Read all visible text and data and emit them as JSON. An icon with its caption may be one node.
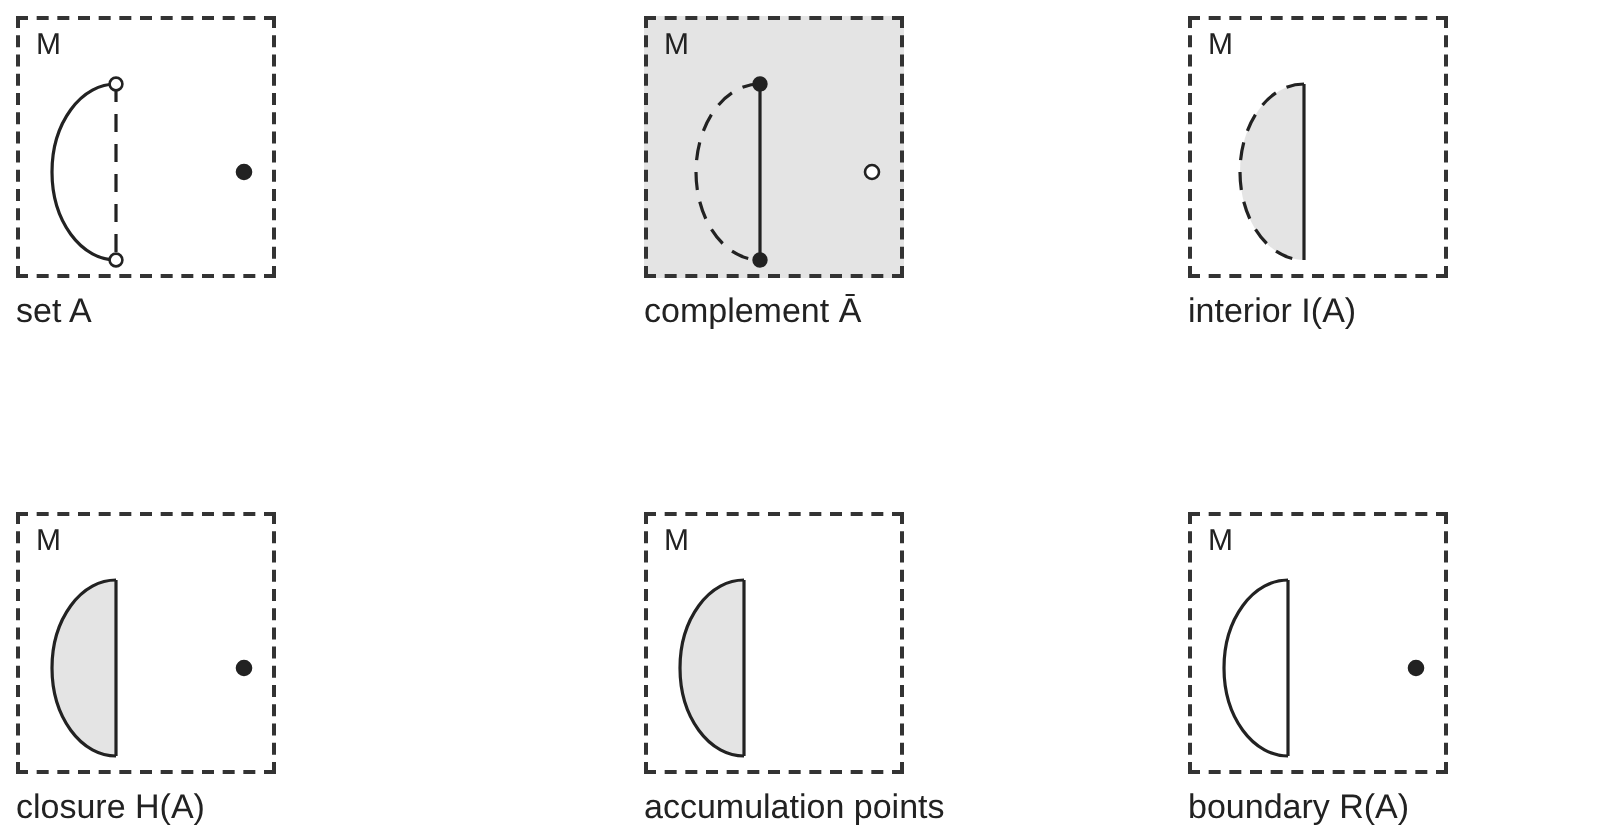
{
  "diagram": {
    "nodes": [
      {
        "text": [
          "M"
        ],
        "beside": [
          "set A"
        ]
      },
      {
        "text": [
          "M"
        ],
        "beside": [
          "complement Ā"
        ]
      },
      {
        "text": [
          "M"
        ],
        "beside": [
          "interior I(A)"
        ]
      },
      {
        "text": [
          "M"
        ],
        "beside": [
          "closure H(A)"
        ]
      },
      {
        "text": [
          "M"
        ],
        "beside": [
          "accumulation points"
        ]
      },
      {
        "text": [
          "M"
        ],
        "beside": [
          "boundary R(A)"
        ]
      }
    ]
  }
}
